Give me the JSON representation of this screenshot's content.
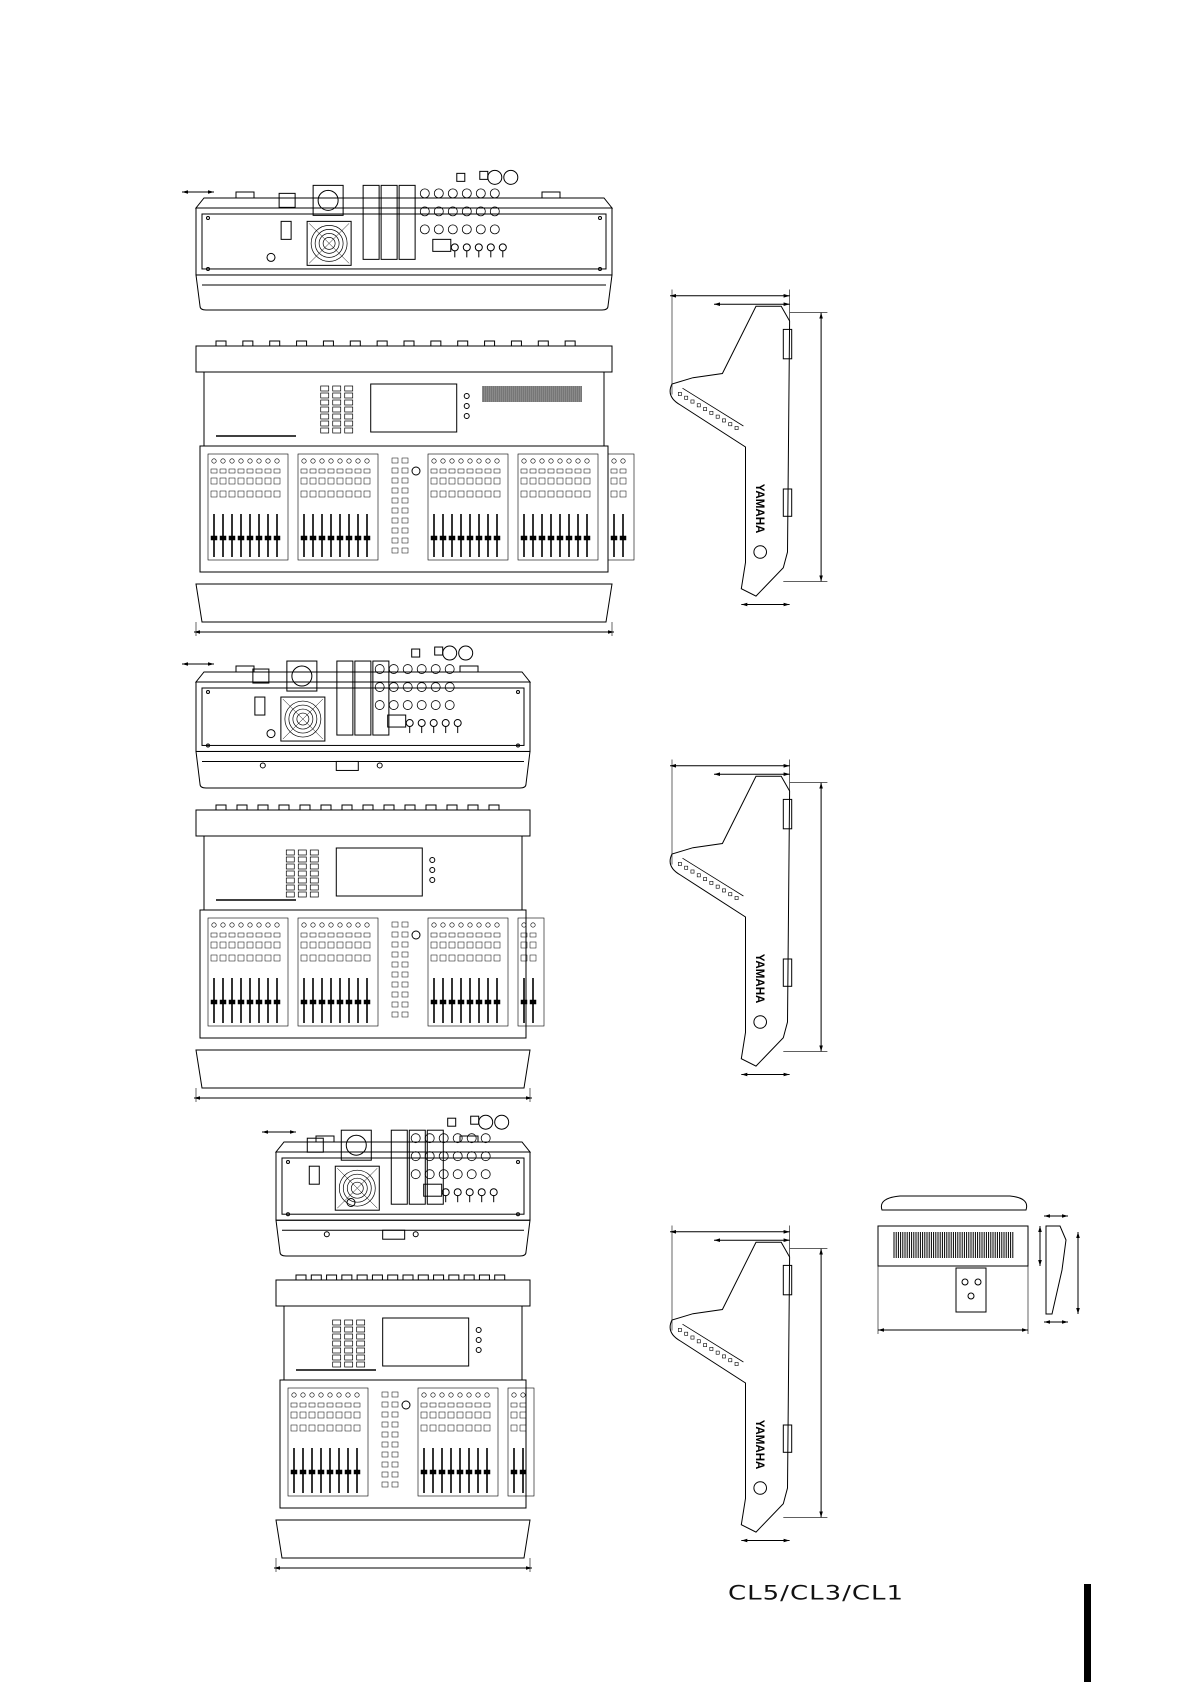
{
  "footer": {
    "product_logo": "CL5/CL3/CL1"
  },
  "drawing": {
    "line_color": "#000000",
    "background": "#ffffff",
    "models": [
      "CL5",
      "CL3",
      "CL1"
    ],
    "brand_mark": "YAMAHA"
  }
}
